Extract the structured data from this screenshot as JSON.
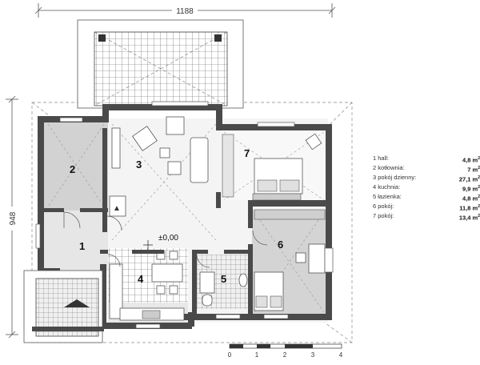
{
  "dimensions": {
    "width_label": "1188",
    "height_label": "948"
  },
  "level": "±0,00",
  "scale": {
    "ticks": [
      "0",
      "1",
      "2",
      "3",
      "4"
    ]
  },
  "rooms": [
    {
      "number": "1",
      "label": "1 hall:",
      "area": "4,8 m",
      "unit_sup": "2"
    },
    {
      "number": "2",
      "label": "2 kotłownia:",
      "area": "7 m",
      "unit_sup": "2"
    },
    {
      "number": "3",
      "label": "3 pokój dzienny:",
      "area": "27,1 m",
      "unit_sup": "2"
    },
    {
      "number": "4",
      "label": "4 kuchnia:",
      "area": "9,9 m",
      "unit_sup": "2"
    },
    {
      "number": "5",
      "label": "5 łazienka:",
      "area": "4,8 m",
      "unit_sup": "2"
    },
    {
      "number": "6",
      "label": "6 pokój:",
      "area": "11,8 m",
      "unit_sup": "2"
    },
    {
      "number": "7",
      "label": "7 pokój:",
      "area": "13,4 m",
      "unit_sup": "2"
    }
  ],
  "colors": {
    "wall": "#4a4a4a",
    "room_grey": "#d2d2d2",
    "floor_light": "#f4f4f4",
    "tile": "#333333"
  }
}
